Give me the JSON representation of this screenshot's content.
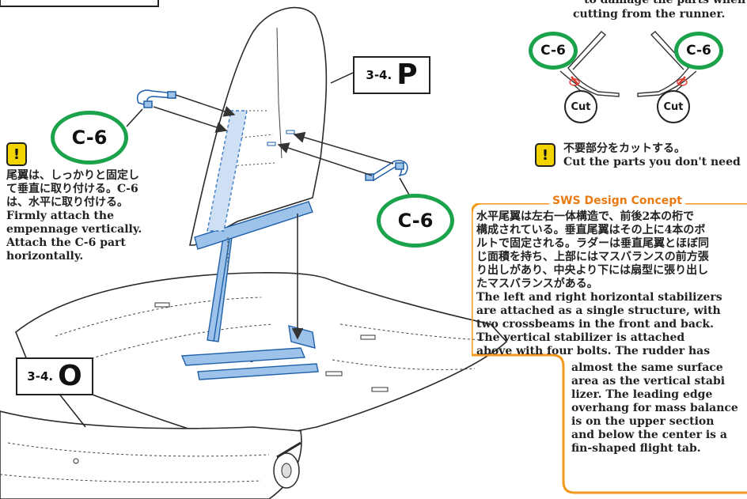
{
  "top_caution": {
    "lines": [
      "to damage the parts when",
      "cutting from the runner."
    ]
  },
  "cut_detail": {
    "left_part_label": "C-6",
    "right_part_label": "C-6",
    "left_cut_label": "Cut",
    "right_cut_label": "Cut",
    "note_jp": "不要部分をカットする。",
    "note_en": "Cut the parts you don't need"
  },
  "steps": {
    "vertical_stabilizer": {
      "number": "3-4.",
      "letter": "P"
    },
    "horizontal_stabilizer": {
      "number": "3-4.",
      "letter": "O"
    }
  },
  "part_callouts": {
    "upper_left": "C-6",
    "lower_right": "C-6"
  },
  "assembly_note": {
    "lines": [
      "尾翼は、しっかりと固定し",
      "て垂直に取り付ける。C-6",
      "は、水平に取り付ける。",
      "Firmly attach the",
      "empennage vertically.",
      "Attach the C-6 part",
      "horizontally."
    ]
  },
  "sws_concept": {
    "title": "SWS Design Concept",
    "lines_wide": [
      "水平尾翼は左右一体構造で、前後2本の桁で",
      "構成されている。垂直尾翼はその上に4本のボ",
      "ルトで固定される。ラダーは垂直尾翼とほぼ同",
      "じ面積を持ち、上部にはマスバランスの前方張",
      "り出しがあり、中央より下には扇型に張り出し",
      "たマスバランスがある。",
      "The left and right horizontal stabilizers",
      "are attached as a single structure, with",
      "two crossbeams in the front and back.",
      "The vertical stabilizer is attached",
      "above with four bolts. The rudder has"
    ],
    "lines_narrow": [
      "almost the same surface",
      "area as the vertical stabi",
      "lizer. The leading edge",
      "overhang for mass balance",
      "is on the upper section",
      "and below the center is a",
      "fin-shaped flight tab."
    ]
  },
  "colors": {
    "callout_green": "#1aa34a",
    "concept_orange": "#f39a1e",
    "caution_yellow": "#f2d400",
    "highlight_blue": "#4a90d9"
  }
}
